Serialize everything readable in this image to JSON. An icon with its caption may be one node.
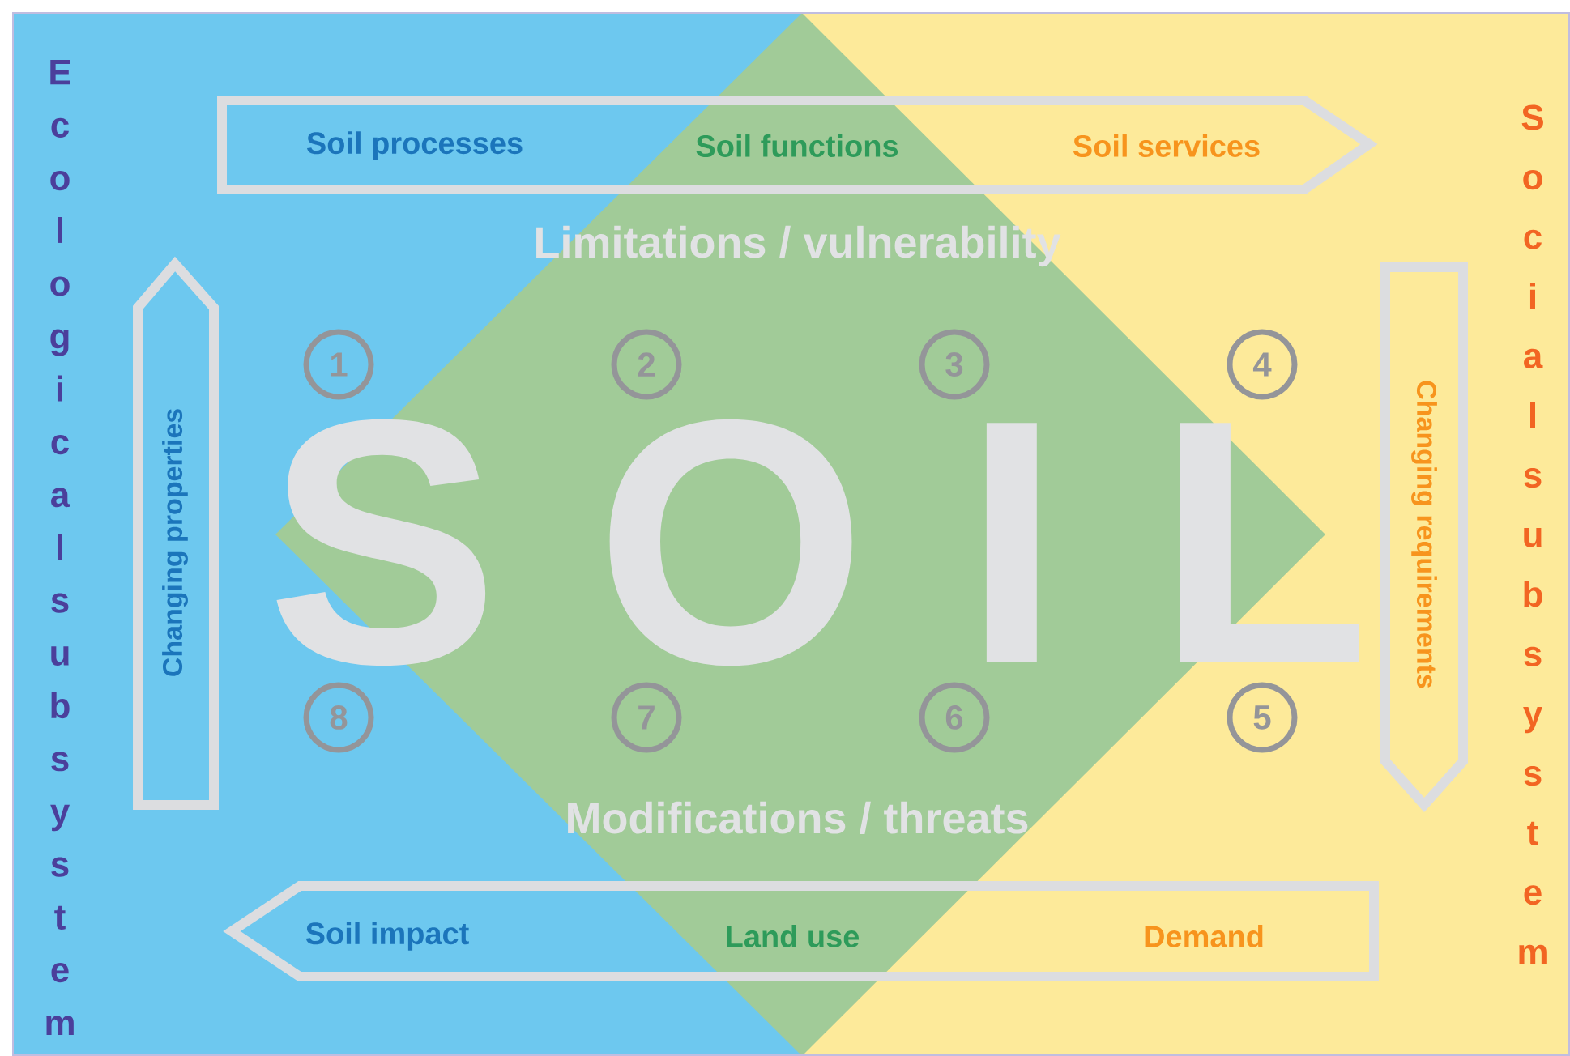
{
  "diagram": {
    "nodes": [
      {
        "text": [
          "Soil processes",
          "Soil functions",
          "Soil services"
        ]
      },
      {
        "text": [
          "Changing properties"
        ]
      },
      {
        "text": [
          "1"
        ]
      },
      {
        "text": [
          "2"
        ]
      },
      {
        "text": [
          "3"
        ]
      },
      {
        "text": [
          "4"
        ]
      },
      {
        "text": [
          "Changing requirements"
        ]
      },
      {
        "text": [
          "8"
        ]
      },
      {
        "text": [
          "7"
        ]
      },
      {
        "text": [
          "6"
        ]
      },
      {
        "text": [
          "5"
        ]
      },
      {
        "text": [
          "Soil impact",
          "Land use",
          "Demand"
        ]
      }
    ],
    "labels": [
      "Ecological subsystem",
      "Social subsystem",
      "Limitations / vulnerability",
      "S O I L",
      "Modifications / threats"
    ]
  }
}
